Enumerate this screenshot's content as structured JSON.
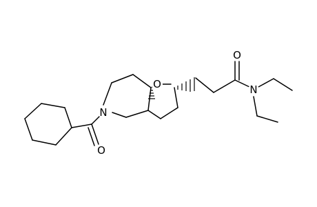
{
  "molecule": {
    "atoms": {
      "ring_oxygen": "O",
      "piperidine_nitrogen": "N",
      "carbonyl_oxygen_cyclohexyl": "O",
      "carbonyl_oxygen_amide": "O",
      "amide_nitrogen": "N"
    },
    "colors": {
      "bond": "#000000",
      "background": "#ffffff"
    }
  }
}
